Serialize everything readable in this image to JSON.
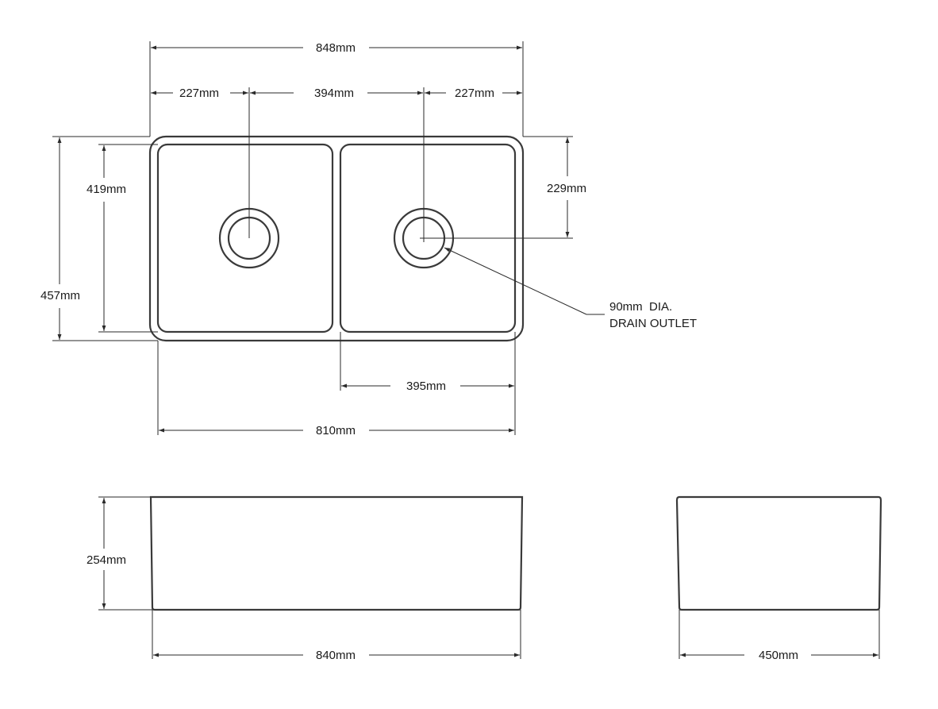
{
  "dimensions": {
    "overall_width_top": "848mm",
    "left_bowl_centre_offset": "227mm",
    "bowl_centre_spacing": "394mm",
    "right_bowl_centre_offset": "227mm",
    "bowl_depth_inner": "419mm",
    "overall_depth": "457mm",
    "drain_centre_from_back": "229mm",
    "right_bowl_width": "395mm",
    "inner_overall_width": "810mm",
    "height": "254mm",
    "front_width": "840mm",
    "side_width": "450mm"
  },
  "notes": {
    "drain_line1": "90mm  DIA.",
    "drain_line2": "DRAIN OUTLET"
  },
  "colors": {
    "line": "#2a2a2a",
    "outline": "#3a3a3a",
    "background": "#ffffff"
  }
}
